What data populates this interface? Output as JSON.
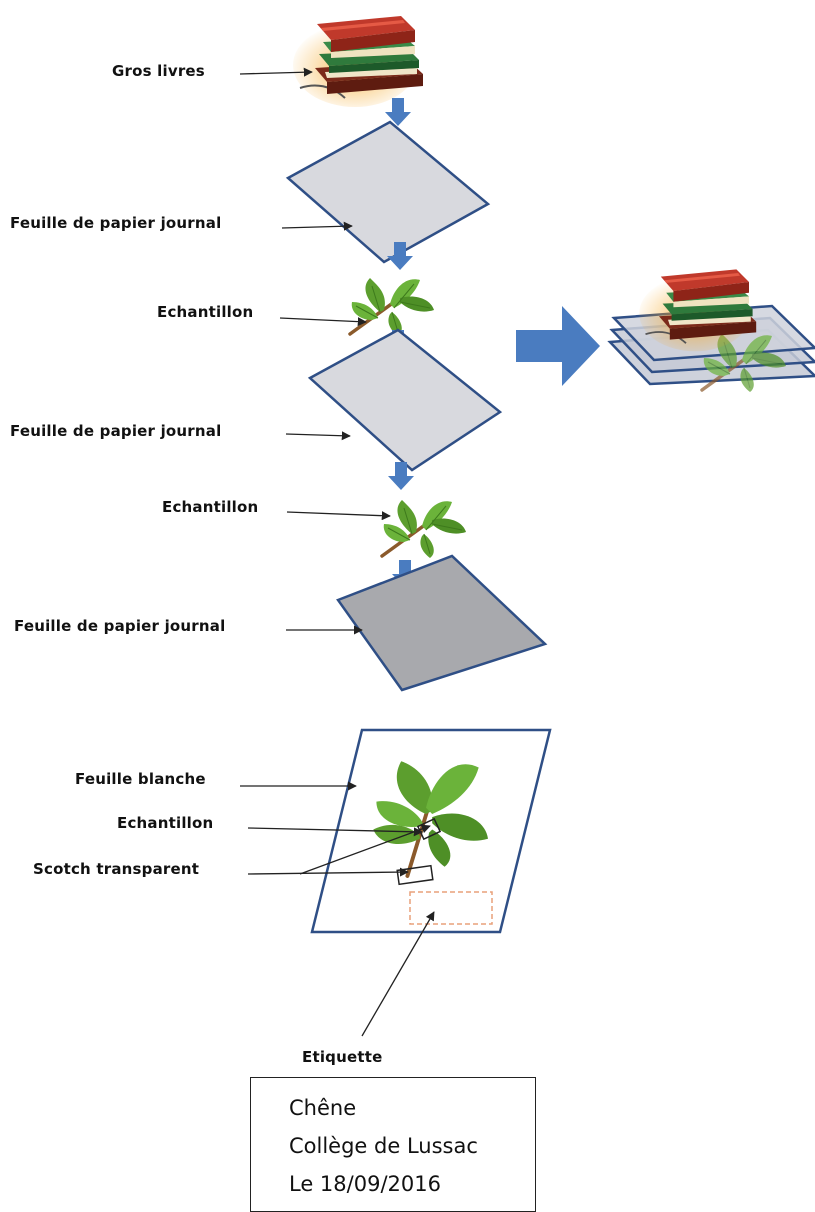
{
  "labels": {
    "gros_livres": "Gros livres",
    "feuille_journal_1": "Feuille de papier journal",
    "echantillon_1": "Echantillon",
    "feuille_journal_2": "Feuille de papier journal",
    "echantillon_2": "Echantillon",
    "feuille_journal_3": "Feuille de papier journal",
    "feuille_blanche": "Feuille blanche",
    "echantillon_3": "Echantillon",
    "scotch": "Scotch transparent",
    "etiquette": "Etiquette"
  },
  "etiquette_card": {
    "line1": "Chêne",
    "line2": "Collège de Lussac",
    "line3": "Le 18/09/2016"
  },
  "colors": {
    "arrow_blue": "#4a7cc0",
    "sheet_fill_light": "#d8d9de",
    "sheet_fill_dark": "#a8a9ad",
    "sheet_border": "#2f4f86",
    "leaf_green": "#5c9e2e",
    "label_outline": "#e8a07a"
  },
  "icons": {
    "books": "stack-of-books-icon",
    "leaf": "oak-leaf-sprig-icon",
    "arrow": "down-arrow-icon",
    "big_arrow": "right-arrow-icon"
  }
}
